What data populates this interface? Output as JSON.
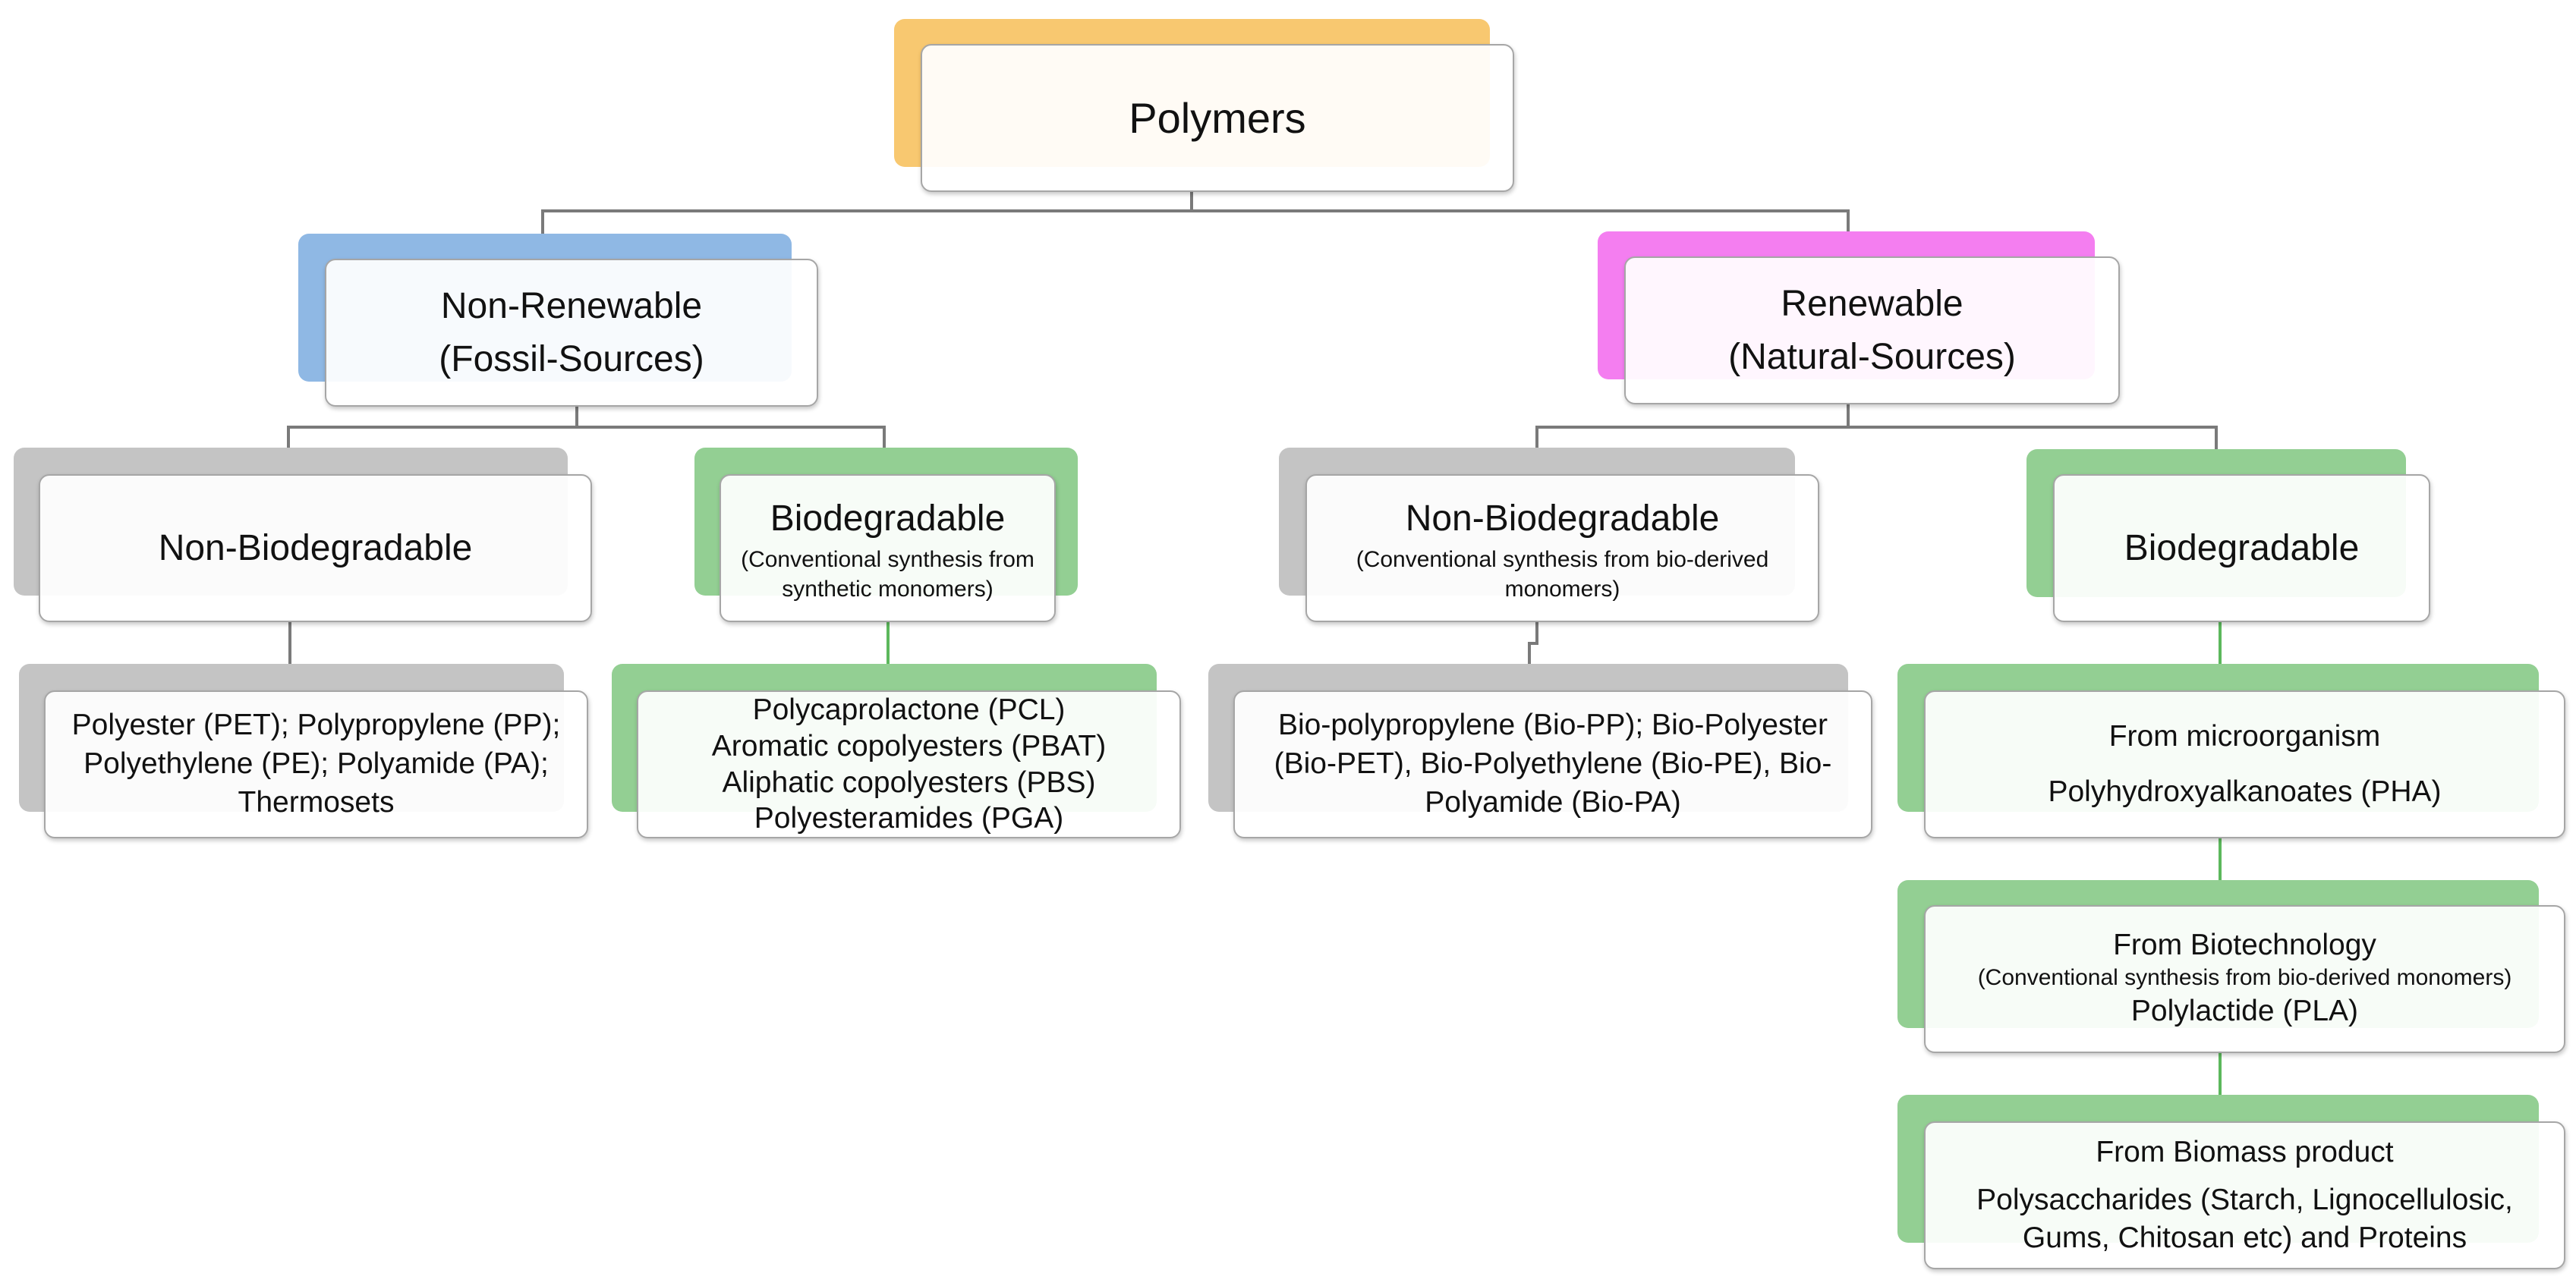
{
  "colors": {
    "root_back": "#f8c870",
    "fossil_back": "#8fb8e4",
    "natural_back": "#f47ef0",
    "gray_back": "#c4c4c4",
    "green_back": "#93cf93",
    "connector_gray": "#7a7a7a",
    "connector_green": "#5cb85c"
  },
  "root": {
    "title": "Polymers"
  },
  "non_renewable": {
    "title": "Non-Renewable",
    "subtitle": "(Fossil-Sources)"
  },
  "renewable": {
    "title": "Renewable",
    "subtitle": "(Natural-Sources)"
  },
  "fossil_non_bio": {
    "title": "Non-Biodegradable",
    "examples": "Polyester (PET); Polypropylene (PP); Polyethylene (PE); Polyamide (PA); Thermosets"
  },
  "fossil_bio": {
    "title": "Biodegradable",
    "note": "(Conventional synthesis from synthetic monomers)",
    "examples": [
      "Polycaprolactone (PCL)",
      "Aromatic copolyesters (PBAT)",
      "Aliphatic copolyesters (PBS)",
      "Polyesteramides (PGA)"
    ]
  },
  "natural_non_bio": {
    "title": "Non-Biodegradable",
    "note": "(Conventional synthesis from bio-derived monomers)",
    "examples": "Bio-polypropylene (Bio-PP); Bio-Polyester (Bio-PET), Bio-Polyethylene (Bio-PE), Bio-Polyamide (Bio-PA)"
  },
  "natural_bio": {
    "title": "Biodegradable",
    "microorganism": {
      "title": "From microorganism",
      "example": "Polyhydroxyalkanoates (PHA)"
    },
    "biotechnology": {
      "title": "From Biotechnology",
      "note": "(Conventional synthesis from bio-derived monomers)",
      "example": "Polylactide (PLA)"
    },
    "biomass": {
      "title": "From Biomass product",
      "example": "Polysaccharides (Starch, Lignocellulosic, Gums, Chitosan etc) and Proteins"
    }
  }
}
